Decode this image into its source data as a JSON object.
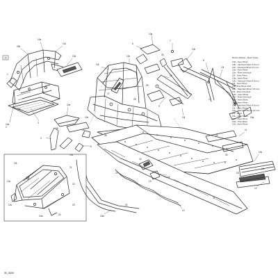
{
  "diagram": {
    "page_number": "10",
    "drawing_code": "50_5000",
    "legend": {
      "heading": "Rivets (Rivets - Rivet Type)",
      "items": [
        "10a - Avex Rivet",
        "10b - Interlock Rivet 4.8 mm",
        "10c - Interlock Rivet 6.4 mm",
        "10d - Avex Rivet",
        "10e - Rivet Interlock",
        "10f - Avex Rivet",
        "10g - Avex Rivet",
        "10h - Interlock Rivet 4.8 mm",
        "10i - Avex Rivet",
        "10j - Pop Rivet 3/16",
        "10k - Standard Rivet 4.8 mm",
        "10l - Rivet Interlock",
        "10m - Avex Rivet",
        "10n - Rivet Interlock",
        "10o - Avex Rivet",
        "10p - Avex Rivet",
        "10q - Interlock Rivet 4.8 mm",
        "10r - Avex Rivet",
        "10s - Standard Rivet 4.8 mm",
        "10t - Rivet",
        "10u - Avex Rivet",
        "10v - Avex Rivet",
        "10w - Pop Rivet",
        "10x - Avex Rivet"
      ]
    },
    "callouts": {
      "c01": "10b",
      "c02": "10a",
      "c03": "10c",
      "c04": "10d",
      "c05": "10a",
      "c06": "10e",
      "c07": "10f",
      "c08": "10g",
      "c09": "10h",
      "c10": "10i",
      "c11": "10j",
      "c12": "10k",
      "c13": "10l",
      "c14": "10m",
      "c15": "10n",
      "c16": "10o",
      "c17": "10p",
      "c18": "10q",
      "c19": "10r",
      "c20": "10s",
      "c21": "10t",
      "c22": "10u",
      "c23": "10v",
      "c24": "10w",
      "c25": "10x",
      "c26": "1",
      "c27": "2",
      "c28": "3",
      "c29": "4",
      "c30": "5",
      "c31": "6",
      "c32": "7",
      "c33": "8",
      "c34": "9",
      "c35": "11",
      "c36": "12",
      "c37": "13",
      "c38": "14",
      "c39": "15",
      "c40": "16",
      "c41": "17",
      "c42": "18",
      "c43": "19",
      "c44": "20",
      "c45": "21",
      "c46": "22",
      "c47": "23",
      "c48": "24",
      "c49": "25",
      "c50": "26",
      "c51": "27",
      "c52": "28",
      "c53": "29",
      "c54": "30",
      "c55": "31",
      "c56": "32",
      "c57": "33",
      "c58": "34",
      "c59": "35",
      "c60": "36"
    }
  }
}
